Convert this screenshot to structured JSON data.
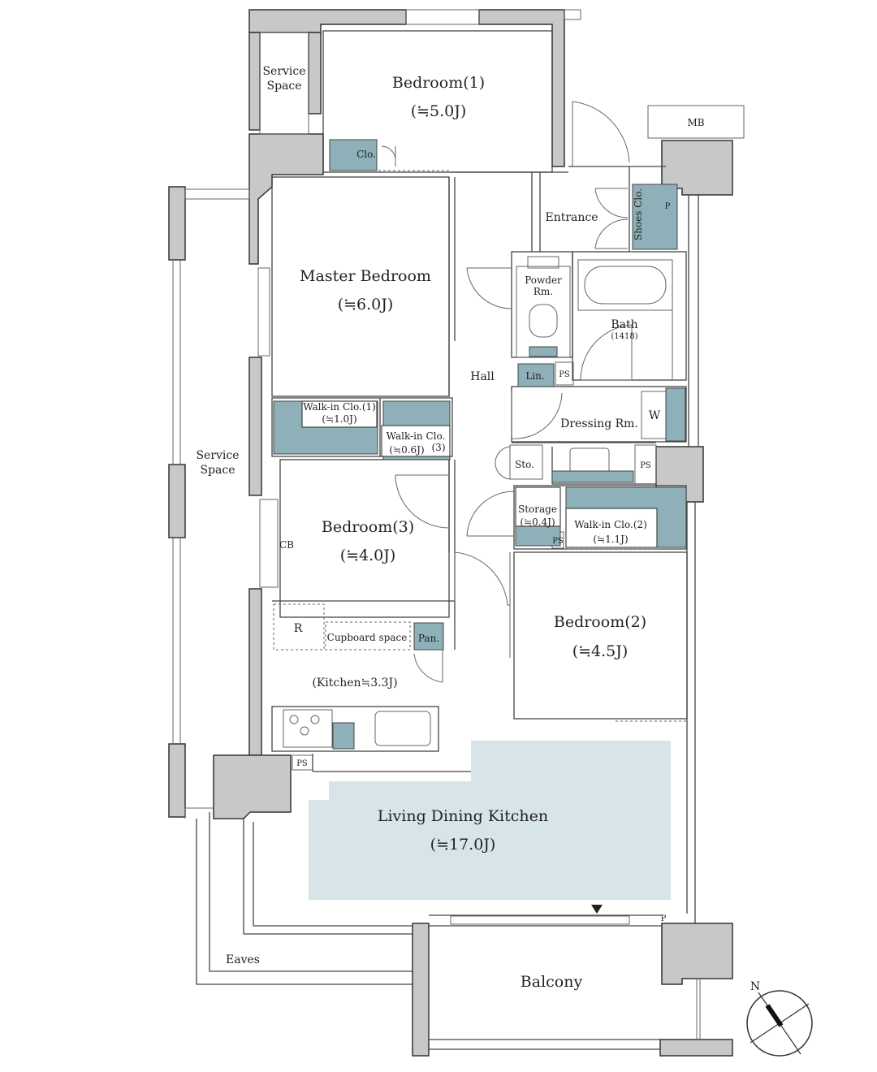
{
  "rooms": {
    "bedroom1": {
      "name": "Bedroom(1)",
      "size": "(≒5.0J)"
    },
    "master": {
      "name": "Master Bedroom",
      "size": "(≒6.0J)"
    },
    "bedroom3": {
      "name": "Bedroom(3)",
      "size": "(≒4.0J)"
    },
    "bedroom2": {
      "name": "Bedroom(2)",
      "size": "(≒4.5J)"
    },
    "ldk": {
      "name": "Living Dining Kitchen",
      "size": "(≒17.0J)"
    },
    "kitchen": {
      "name": "(Kitchen≒3.3J)"
    },
    "service_top": {
      "line1": "Service",
      "line2": "Space"
    },
    "service_left": {
      "line1": "Service",
      "line2": "Space"
    },
    "entrance": "Entrance",
    "hall": "Hall",
    "powder": {
      "line1": "Powder",
      "line2": "Rm."
    },
    "bath": {
      "name": "Bath",
      "code": "(1418)"
    },
    "dressing": "Dressing Rm.",
    "balcony": "Balcony",
    "eaves": "Eaves"
  },
  "storage": {
    "clo": "Clo.",
    "shoes": "Shoes Clo.",
    "lin": "Lin.",
    "wic1": {
      "name": "Walk-in Clo.(1)",
      "size": "(≒1.0J)"
    },
    "wic3": {
      "name": "Walk-in Clo.",
      "size": "(≒0.6J)",
      "num": "(3)"
    },
    "wic2": {
      "name": "Walk-in Clo.(2)",
      "size": "(≒1.1J)"
    },
    "storage": {
      "name": "Storage",
      "size": "(≒0.4J)"
    },
    "sto": "Sto.",
    "pan": "Pan.",
    "cupboard": "Cupboard space",
    "fridge": "R"
  },
  "labels": {
    "mb": "MB",
    "p_top": "P",
    "p_bottom": "P",
    "ps_bath": "PS",
    "ps_dress": "PS",
    "ps_storage": "PS",
    "ps_kitchen": "PS",
    "cb": "CB",
    "w": "W",
    "north": "N"
  },
  "colors": {
    "wall": "#c8c8c8",
    "storage": "#8eb0b8",
    "ldk": "#d8e5e8"
  }
}
